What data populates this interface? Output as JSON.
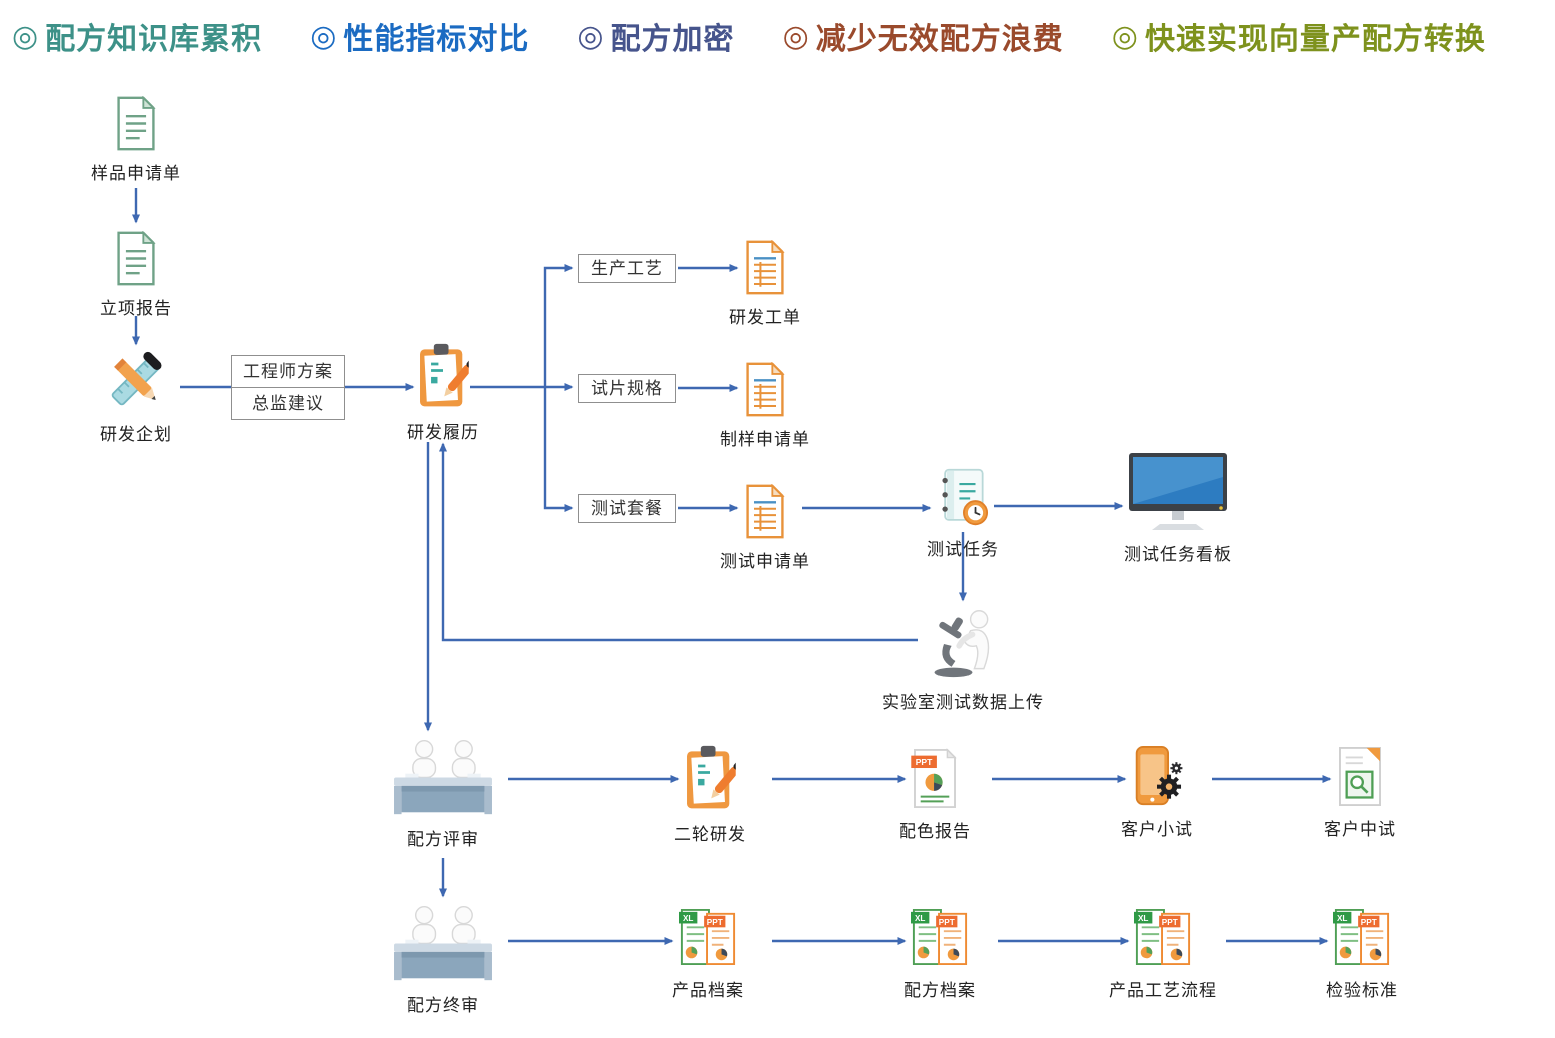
{
  "header": {
    "bullet": "◎",
    "items": [
      {
        "label": "配方知识库累积",
        "color": "#3d9188"
      },
      {
        "label": "性能指标对比",
        "color": "#1b6bc2"
      },
      {
        "label": "配方加密",
        "color": "#46548c"
      },
      {
        "label": "减少无效配方浪费",
        "color": "#9a4a2c"
      },
      {
        "label": "快速实现向量产配方转换",
        "color": "#7e921d"
      }
    ]
  },
  "icon_text": {
    "ppt": "PPT",
    "xl": "XL"
  },
  "tags": {
    "engineer_plan": "工程师方案",
    "director_advice": "总监建议",
    "production_process": "生产工艺",
    "test_piece_spec": "试片规格",
    "test_package": "测试套餐"
  },
  "nodes": {
    "sample_request": {
      "label": "样品申请单"
    },
    "project_report": {
      "label": "立项报告"
    },
    "rd_planning": {
      "label": "研发企划"
    },
    "rd_resume": {
      "label": "研发履历"
    },
    "rd_work_order": {
      "label": "研发工单"
    },
    "sampling_request": {
      "label": "制样申请单"
    },
    "test_request": {
      "label": "测试申请单"
    },
    "test_task": {
      "label": "测试任务"
    },
    "test_task_board": {
      "label": "测试任务看板"
    },
    "lab_upload": {
      "label": "实验室测试数据上传"
    },
    "formula_review": {
      "label": "配方评审"
    },
    "second_round_rd": {
      "label": "二轮研发"
    },
    "color_report": {
      "label": "配色报告"
    },
    "customer_small_trial": {
      "label": "客户小试"
    },
    "customer_mid_trial": {
      "label": "客户中试"
    },
    "formula_final_review": {
      "label": "配方终审"
    },
    "product_archive": {
      "label": "产品档案"
    },
    "formula_archive": {
      "label": "配方档案"
    },
    "product_process_flow": {
      "label": "产品工艺流程"
    },
    "inspection_standard": {
      "label": "检验标准"
    }
  },
  "colors": {
    "arrow": "#3e68b1",
    "tag_border": "#8f8f8f"
  }
}
